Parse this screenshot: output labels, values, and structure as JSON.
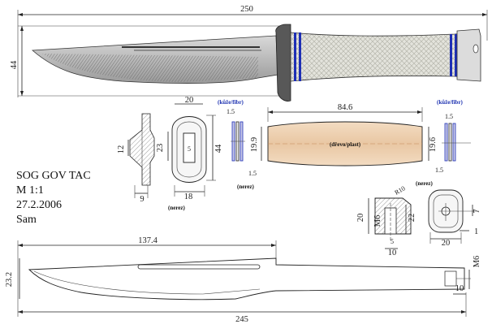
{
  "title_block": {
    "name": "SOG GOV TAC",
    "scale": "M 1:1",
    "date": "27.2.2006",
    "author": "Sam"
  },
  "knife_view": {
    "overall_length": "250",
    "height": "44"
  },
  "guard": {
    "width_top": "20",
    "height_left": "12",
    "height_mid": "23",
    "slot": "5",
    "height_right": "44",
    "thick_left": "9",
    "width_bottom": "18",
    "material": "(nerez)"
  },
  "spacer_left": {
    "material_label": "(kůže/fibr)",
    "thick_top": "1.5",
    "thick_bottom": "1.5",
    "material_bottom": "(nerez)"
  },
  "handle": {
    "length": "84.6",
    "dia_left": "19.9",
    "dia_right": "19.6",
    "material": "(dřevo/plast)"
  },
  "spacer_right": {
    "material_label": "(kůže/fibr)",
    "thick_top": "1.5",
    "thick_bottom": "1.5",
    "material_bottom": "(nerez)"
  },
  "pommel": {
    "radius": "R10",
    "height": "20",
    "thread": "M6",
    "depth": "22",
    "width": "10",
    "inner": "5",
    "dim_7": "7",
    "dim_1": "1",
    "end_width": "20"
  },
  "blade": {
    "blade_length": "137.4",
    "height": "23.2",
    "overall_length": "245",
    "tang_thread": "M6",
    "tang_end": "10"
  }
}
